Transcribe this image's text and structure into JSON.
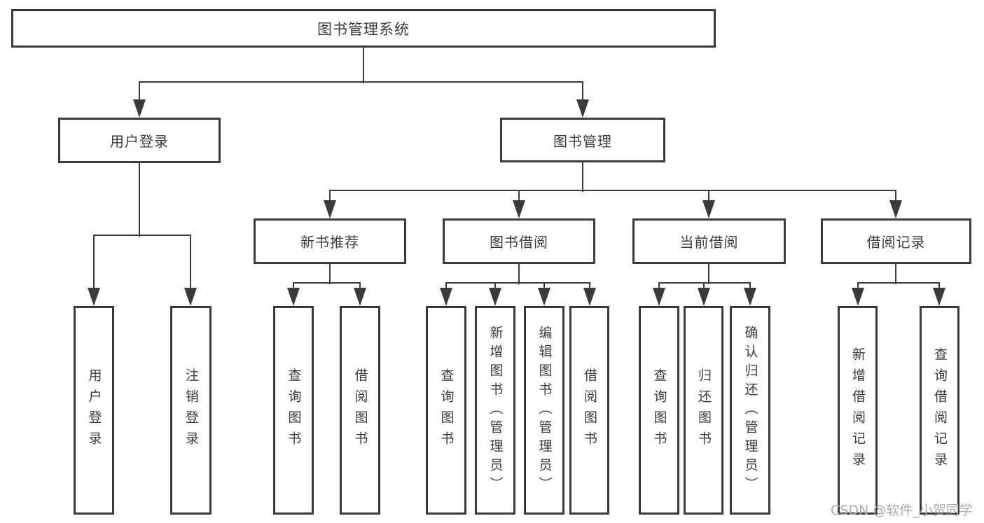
{
  "diagram": {
    "title": "图书管理系统",
    "root": {
      "label": "图书管理系统"
    },
    "level2": [
      {
        "label": "用户登录"
      },
      {
        "label": "图书管理"
      }
    ],
    "level3": [
      {
        "label": "新书推荐",
        "parent": "图书管理"
      },
      {
        "label": "图书借阅",
        "parent": "图书管理"
      },
      {
        "label": "当前借阅",
        "parent": "图书管理"
      },
      {
        "label": "借阅记录",
        "parent": "图书管理"
      }
    ],
    "leaves": [
      {
        "label": "用户登录",
        "parent": "用户登录"
      },
      {
        "label": "注销登录",
        "parent": "用户登录"
      },
      {
        "label": "查询图书",
        "parent": "新书推荐"
      },
      {
        "label": "借阅图书",
        "parent": "新书推荐"
      },
      {
        "label": "查询图书",
        "parent": "图书借阅"
      },
      {
        "label": "新增图书（管理员）",
        "parent": "图书借阅"
      },
      {
        "label": "编辑图书（管理员）",
        "parent": "图书借阅"
      },
      {
        "label": "借阅图书",
        "parent": "图书借阅"
      },
      {
        "label": "查询图书",
        "parent": "当前借阅"
      },
      {
        "label": "归还图书",
        "parent": "当前借阅"
      },
      {
        "label": "确认归还（管理员）",
        "parent": "当前借阅"
      },
      {
        "label": "新增借阅记录",
        "parent": "借阅记录"
      },
      {
        "label": "查询借阅记录",
        "parent": "借阅记录"
      }
    ],
    "colors": {
      "line": "#3a3a3a",
      "text": "#3d3d3d",
      "background": "#ffffff",
      "watermark_text_color": "#a8acb1"
    }
  },
  "watermark": {
    "text": "CSDN @软件_小贺同学"
  }
}
